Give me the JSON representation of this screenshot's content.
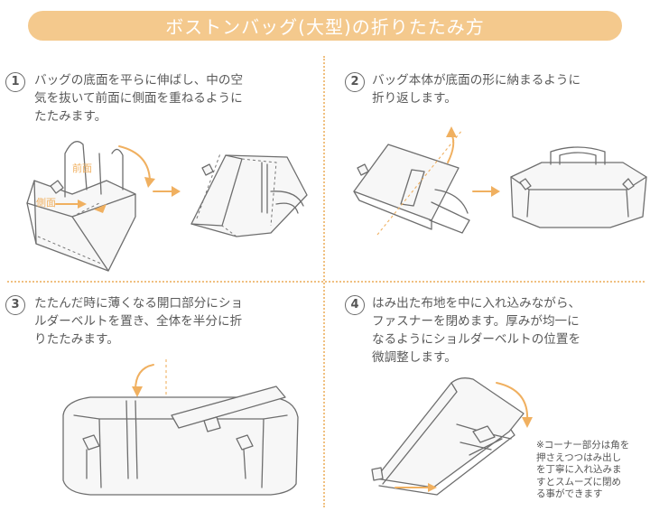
{
  "title": "ボストンバッグ(大型)の折りたたみ方",
  "steps": [
    {
      "num": "1",
      "text": "バッグの底面を平らに伸ばし、中の空\n気を抜いて前面に側面を重ねるように\nたたみます。"
    },
    {
      "num": "2",
      "text": "バッグ本体が底面の形に納まるように\n折り返します。"
    },
    {
      "num": "3",
      "text": "たたんだ時に薄くなる開口部分にショ\nルダーベルトを置き、全体を半分に折\nりたたみます。"
    },
    {
      "num": "4",
      "text": "はみ出た布地を中に入れ込みながら、\nファスナーを閉めます。厚みが均一に\nなるようにショルダーベルトの位置を\n微調整します。"
    }
  ],
  "labels": {
    "front": "前面",
    "side": "側面"
  },
  "note": "※コーナー部分は角を\n押さえつつはみ出し\nを丁寧に入れ込みま\nすとスムーズに閉め\nる事ができます",
  "colors": {
    "accent": "#f4c98d",
    "arrow": "#f0b060",
    "line": "#6e6e6e"
  }
}
